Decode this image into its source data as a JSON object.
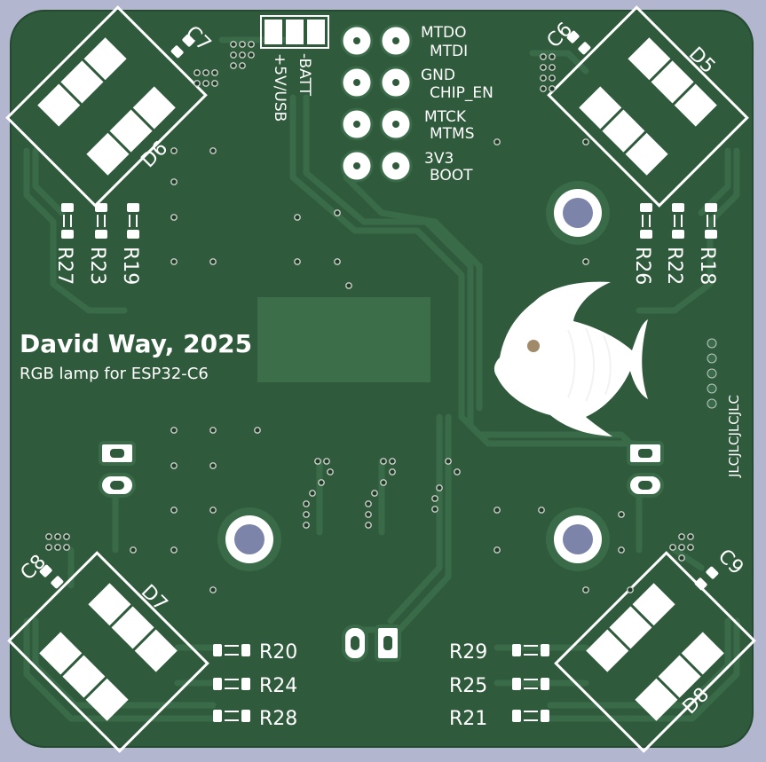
{
  "colors": {
    "background": "#b3b6cf",
    "board": "#2f5a3b",
    "trace": "#3a6b48",
    "silk": "#ffffff",
    "pad": "#ffffff",
    "via_ring": "#d8d8d0",
    "fish_eye": "#a08a6a"
  },
  "credits": {
    "author": "David Way, 2025",
    "subtitle": "RGB lamp for ESP32-C6"
  },
  "header_labels": {
    "pin1": "MTDO",
    "pin2": "MTDI",
    "pin3": "GND",
    "pin4": "CHIP_EN",
    "pin5": "MTCK",
    "pin6": "MTMS",
    "pin7": "3V3",
    "pin8": "BOOT"
  },
  "power_labels": {
    "batt": "-BATT",
    "usb": "+5V/USB"
  },
  "components": {
    "c7": "C7",
    "c6": "C6",
    "c8": "C8",
    "c9": "C9",
    "d5": "D5",
    "d6": "D6",
    "d7": "D7",
    "d8": "D8",
    "r27": "R27",
    "r23": "R23",
    "r19": "R19",
    "r26": "R26",
    "r22": "R22",
    "r18": "R18",
    "r20": "R20",
    "r24": "R24",
    "r28": "R28",
    "r29": "R29",
    "r25": "R25",
    "r21": "R21"
  },
  "marking": {
    "jlc": "JLCJLCJLCJLC"
  },
  "icons": {
    "logo": "fish-logo-icon"
  }
}
